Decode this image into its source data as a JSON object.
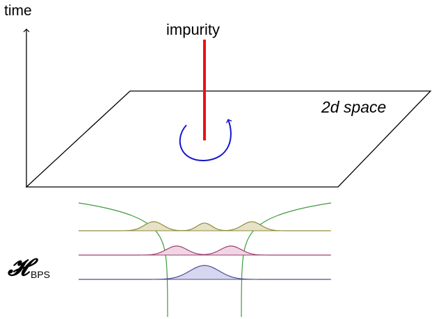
{
  "labels": {
    "time": "time",
    "impurity": "impurity",
    "space": "2d space",
    "hilbert_symbol": "𝓗",
    "hilbert_subscript": "BPS"
  },
  "colors": {
    "axes": "#000000",
    "impurity": "#ee1111",
    "rotation_arrow": "#1515d0",
    "potential": "#3f9a3f",
    "state_top": "#8f8b3d",
    "state_top_fill": "#e6e2c7",
    "state_mid": "#9a3f70",
    "state_mid_fill": "#f0d5e3",
    "state_bottom": "#4a4a96",
    "state_bottom_fill": "#d6d6ee"
  },
  "icons": {
    "rotation": "circular-arrow-icon",
    "axis_arrow": "arrow-up-icon"
  }
}
